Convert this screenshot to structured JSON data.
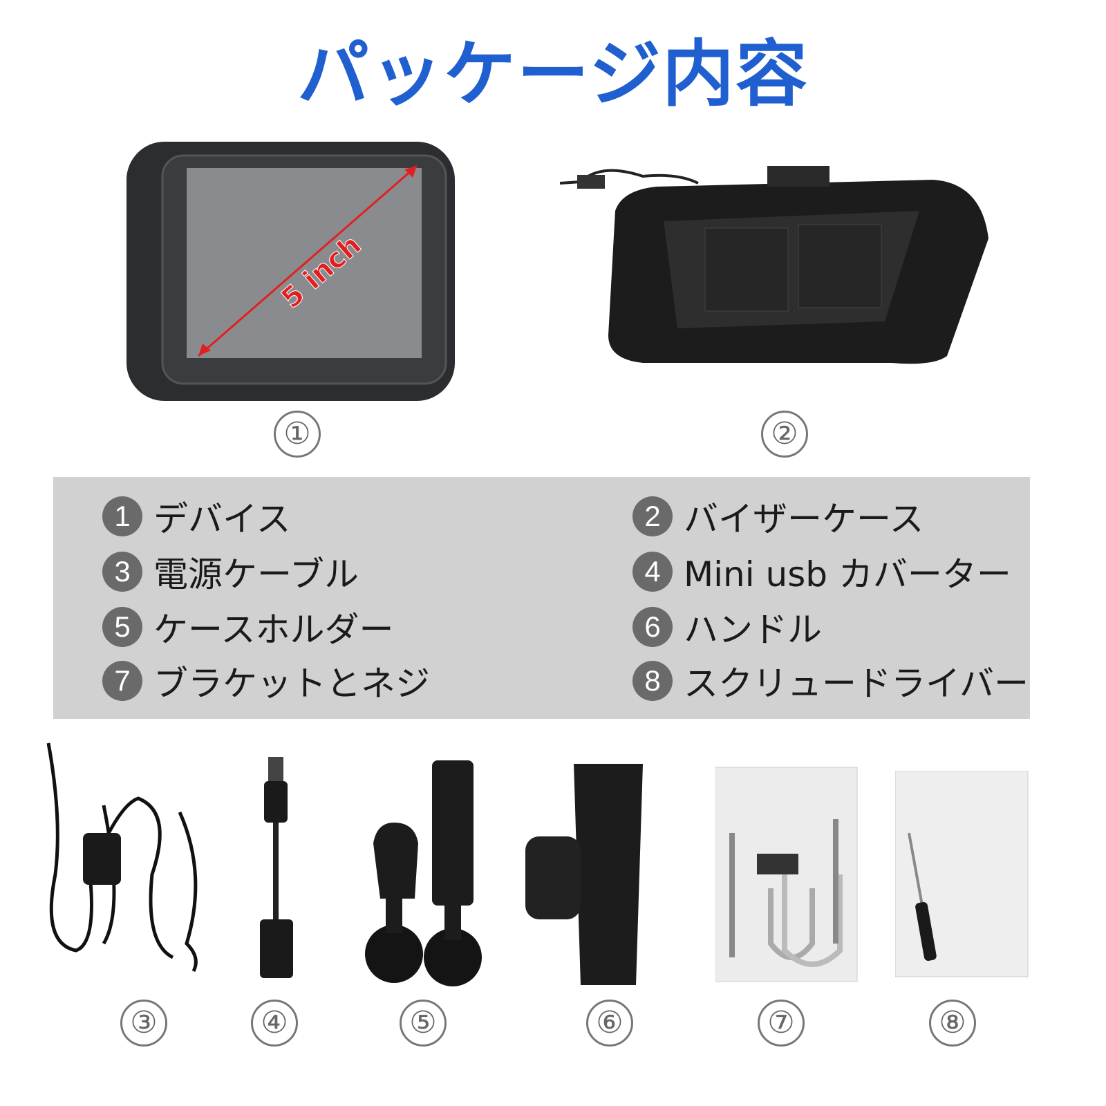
{
  "title": "パッケージ内容",
  "device_label": "5 inch",
  "colors": {
    "title": "#1f5fcf",
    "list_bg": "#d1d1d1",
    "badge": "#6a6a6a",
    "arrow": "#e02020"
  },
  "items": [
    {
      "num": "1",
      "label": "デバイス",
      "circled": "①"
    },
    {
      "num": "2",
      "label": "バイザーケース",
      "circled": "②"
    },
    {
      "num": "3",
      "label": "電源ケーブル",
      "circled": "③"
    },
    {
      "num": "4",
      "label": "Mini usb カバーター",
      "circled": "④"
    },
    {
      "num": "5",
      "label": "ケースホルダー",
      "circled": "⑤"
    },
    {
      "num": "6",
      "label": "ハンドル",
      "circled": "⑥"
    },
    {
      "num": "7",
      "label": "ブラケットとネジ",
      "circled": "⑦"
    },
    {
      "num": "8",
      "label": "スクリュードライバー",
      "circled": "⑧"
    }
  ]
}
